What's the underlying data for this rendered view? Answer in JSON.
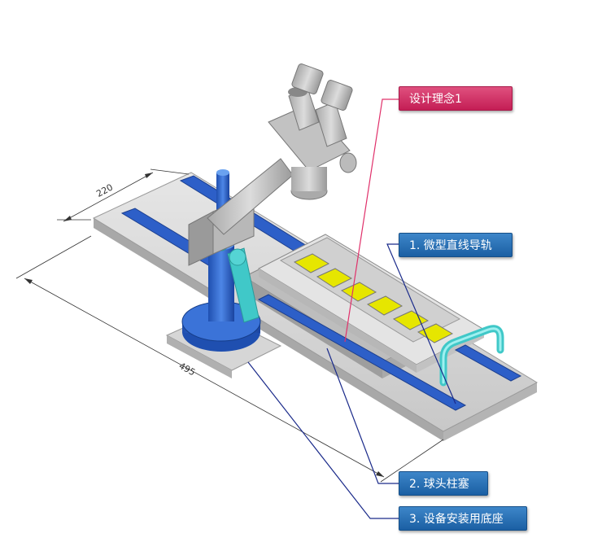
{
  "labels": {
    "design_concept": "设计理念1",
    "item1": "1. 微型直线导轨",
    "item2": "2. 球头柱塞",
    "item3": "3. 设备安装用底座"
  },
  "dimensions": {
    "width": "220",
    "length": "495"
  },
  "colors": {
    "pink_label": "#c41e55",
    "blue_label": "#1b5fa3",
    "pink_leader": "#e0306a",
    "blue_leader": "#1a2a8a",
    "rail": "#2d5fc8",
    "base": "#dcdcdc",
    "yellow_pad": "#e6e600",
    "cyan_part": "#40c8c8"
  }
}
